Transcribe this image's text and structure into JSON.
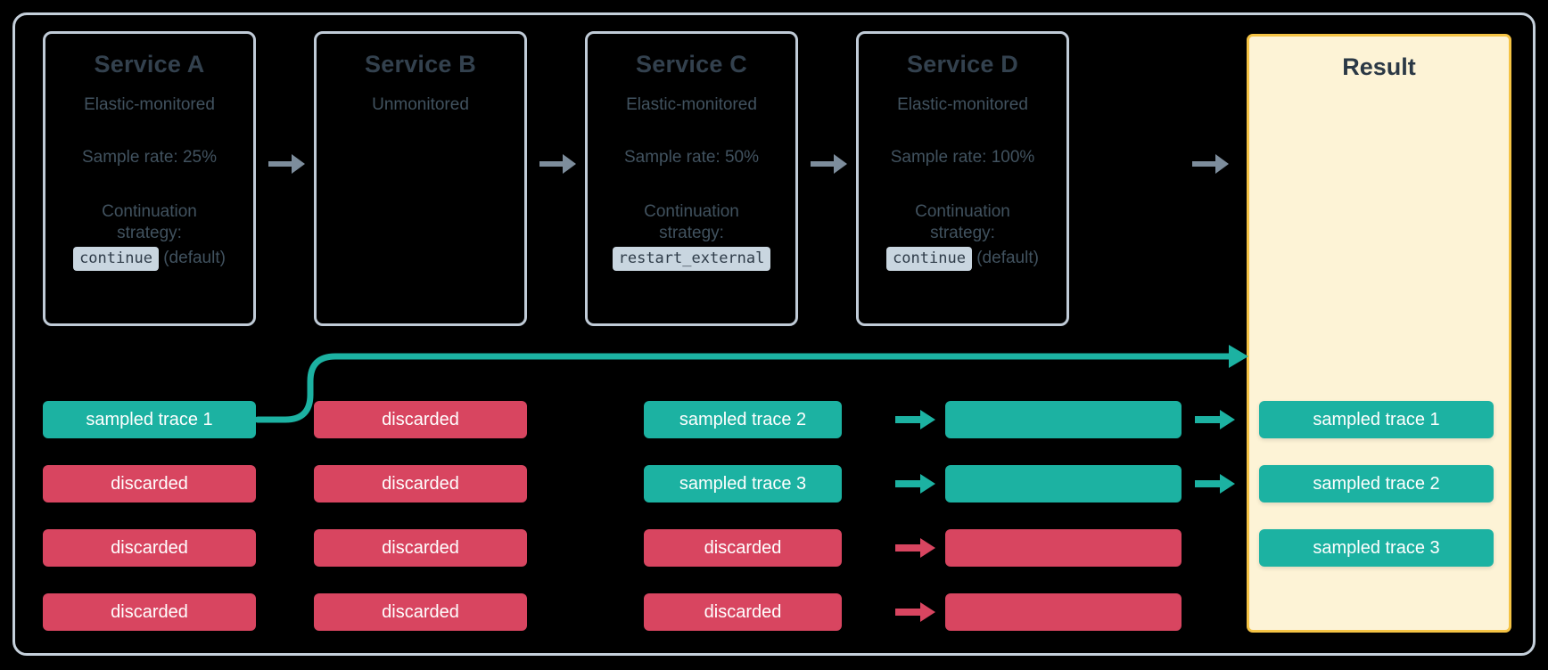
{
  "panel": {
    "border_color": "#c5d0db",
    "background": "#000000"
  },
  "colors": {
    "sampled": "#1cb2a2",
    "discarded": "#d84560",
    "result_panel_bg": "#fdf3d6",
    "result_panel_border": "#f5c344",
    "service_border": "#c0cbd7",
    "text": "#3b4a57",
    "gray_arrow": "#7d8d9c"
  },
  "services": [
    {
      "title": "Service A",
      "monitoring": "Elastic-monitored",
      "sample_rate": "Sample rate: 25%",
      "strategy_label": "Continuation strategy:",
      "strategy_value": "continue",
      "strategy_note": "(default)"
    },
    {
      "title": "Service B",
      "monitoring": "Unmonitored",
      "sample_rate": "",
      "strategy_label": "",
      "strategy_value": "",
      "strategy_note": ""
    },
    {
      "title": "Service C",
      "monitoring": "Elastic-monitored",
      "sample_rate": "Sample rate: 50%",
      "strategy_label": "Continuation strategy:",
      "strategy_value": "restart_external",
      "strategy_note": ""
    },
    {
      "title": "Service D",
      "monitoring": "Elastic-monitored",
      "sample_rate": "Sample rate: 100%",
      "strategy_label": "Continuation strategy:",
      "strategy_value": "continue",
      "strategy_note": "(default)"
    }
  ],
  "result": {
    "title": "Result",
    "traces": [
      {
        "label": "sampled trace 1",
        "status": "sampled"
      },
      {
        "label": "sampled trace 2",
        "status": "sampled"
      },
      {
        "label": "sampled trace 3",
        "status": "sampled"
      }
    ]
  },
  "columns": [
    {
      "service": "Service A",
      "rows": [
        {
          "label": "sampled trace 1",
          "status": "sampled"
        },
        {
          "label": "discarded",
          "status": "discarded"
        },
        {
          "label": "discarded",
          "status": "discarded"
        },
        {
          "label": "discarded",
          "status": "discarded"
        }
      ]
    },
    {
      "service": "Service B",
      "rows": [
        {
          "label": "discarded",
          "status": "discarded"
        },
        {
          "label": "discarded",
          "status": "discarded"
        },
        {
          "label": "discarded",
          "status": "discarded"
        },
        {
          "label": "discarded",
          "status": "discarded"
        }
      ]
    },
    {
      "service": "Service C",
      "rows": [
        {
          "label": "sampled trace 2",
          "status": "sampled"
        },
        {
          "label": "sampled trace 3",
          "status": "sampled"
        },
        {
          "label": "discarded",
          "status": "discarded"
        },
        {
          "label": "discarded",
          "status": "discarded"
        }
      ]
    },
    {
      "service": "Service D",
      "rows": [
        {
          "label": "",
          "status": "sampled"
        },
        {
          "label": "",
          "status": "sampled"
        },
        {
          "label": "",
          "status": "discarded"
        },
        {
          "label": "",
          "status": "discarded"
        }
      ]
    }
  ],
  "flow_arrows": {
    "between_services": [
      "arrow-right-icon",
      "arrow-right-icon",
      "arrow-right-icon",
      "arrow-right-icon"
    ],
    "c_to_d": [
      "arrow-right-icon",
      "arrow-right-icon",
      "arrow-right-icon",
      "arrow-right-icon"
    ],
    "d_to_result": [
      "arrow-right-icon",
      "arrow-right-icon"
    ],
    "a_to_result": "curved-connector-icon"
  }
}
